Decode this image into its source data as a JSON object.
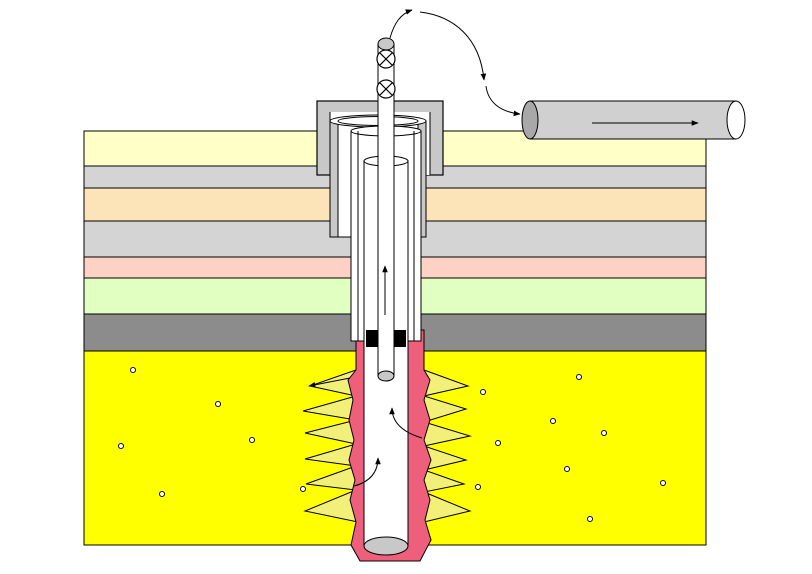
{
  "colors": {
    "background": "#ffffff",
    "stroke": "#000000",
    "layer_pale_yellow": "#ffffc8",
    "layer_light_gray": "#d4d4d4",
    "layer_peach": "#fde3b8",
    "layer_pink": "#fdd2c4",
    "layer_pale_green": "#e2ffc2",
    "layer_dark_gray": "#8c8c8c",
    "reservoir_yellow": "#ffff00",
    "fracture_yellow": "#f3f07a",
    "cement_pink": "#ee5f7c",
    "casing_gray": "#c8c8c8",
    "pipe_white": "#ffffff",
    "packer_black": "#000000"
  },
  "layers": [
    {
      "name": "pale-yellow-stratum"
    },
    {
      "name": "light-gray-stratum"
    },
    {
      "name": "peach-stratum"
    },
    {
      "name": "gray-stratum"
    },
    {
      "name": "pink-stratum"
    },
    {
      "name": "pale-green-stratum"
    },
    {
      "name": "dark-gray-stratum"
    },
    {
      "name": "yellow-reservoir-stratum"
    }
  ],
  "icons": {
    "valve": "valve-x-icon",
    "arrow": "flow-arrow-icon",
    "pore": "pore-circle-icon"
  }
}
